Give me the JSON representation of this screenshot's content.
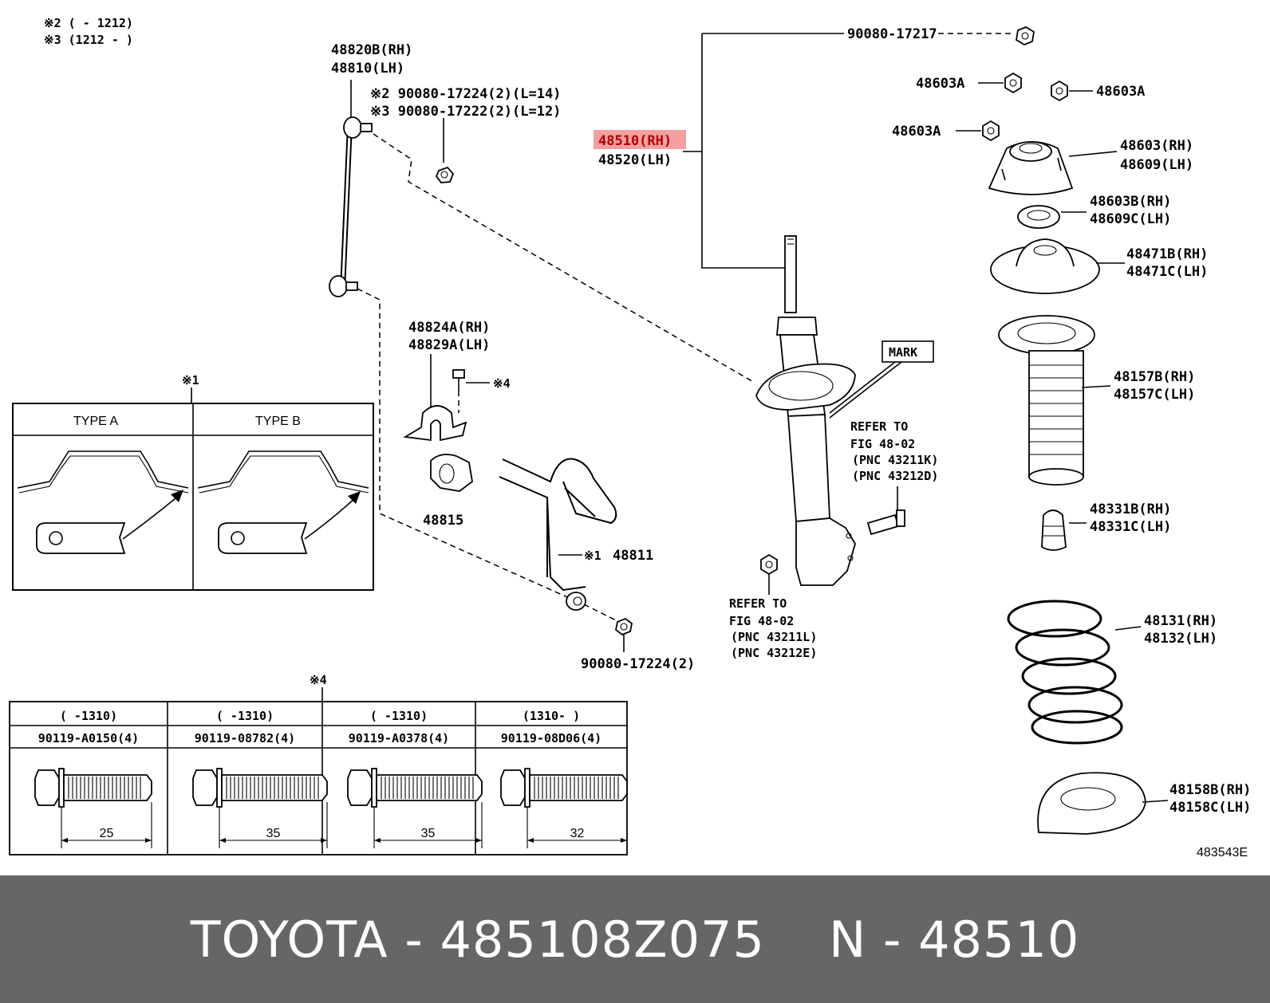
{
  "notes": {
    "note2": "※2 (        - 1212)",
    "note3": "※3 (1212 -        )"
  },
  "labels": {
    "stab_link_rh": "48820B(RH)",
    "stab_link_lh": "48810(LH)",
    "nut_l14": "※2 90080-17224(2)(L=14)",
    "nut_l12": "※3 90080-17222(2)(L=12)",
    "absorber_rh": "48510(RH)",
    "absorber_lh": "48520(LH)",
    "top_nut": "90080-17217",
    "nut_a1": "48603A",
    "nut_a2": "48603A",
    "nut_a3": "48603A",
    "support_rh": "48603(RH)",
    "support_lh": "48609(LH)",
    "bearing_rh": "48603B(RH)",
    "bearing_lh": "48609C(LH)",
    "seat_upper_rh": "48471B(RH)",
    "seat_upper_lh": "48471C(LH)",
    "bracket_rh": "48824A(RH)",
    "bracket_lh": "48829A(LH)",
    "bolt_ref": "※4",
    "bushing": "48815",
    "mark": "MARK",
    "refer1_a": "REFER TO",
    "refer1_b": "FIG 48-02",
    "refer1_c": "(PNC 43211K)",
    "refer1_d": "(PNC 43212D)",
    "boot_rh": "48157B(RH)",
    "boot_lh": "48157C(LH)",
    "bumper_rh": "48331B(RH)",
    "bumper_lh": "48331C(LH)",
    "stab_bar_note": "※1",
    "stab_bar": "48811",
    "refer2_a": "REFER TO",
    "refer2_b": "FIG 48-02",
    "refer2_c": "(PNC 43211L)",
    "refer2_d": "(PNC 43212E)",
    "bottom_nut": "90080-17224(2)",
    "spring_rh": "48131(RH)",
    "spring_lh": "48132(LH)",
    "seat_lower_rh": "48158B(RH)",
    "seat_lower_lh": "48158C(LH)",
    "figure_id": "483543E"
  },
  "type_box": {
    "marker": "※1",
    "type_a": "TYPE A",
    "type_b": "TYPE B"
  },
  "bolt_table": {
    "marker": "※4",
    "columns": [
      {
        "period": "(       -1310)",
        "part": "90119-A0150(4)",
        "length": "25"
      },
      {
        "period": "(       -1310)",
        "part": "90119-08782(4)",
        "length": "35"
      },
      {
        "period": "(       -1310)",
        "part": "90119-A0378(4)",
        "length": "35"
      },
      {
        "period": "(1310-       )",
        "part": "90119-08D06(4)",
        "length": "32"
      }
    ]
  },
  "highlight_color": "#f08080",
  "banner": {
    "brand_part": "TOYOTA - 485108Z075",
    "ref": "N - 48510",
    "background": "#666666"
  }
}
